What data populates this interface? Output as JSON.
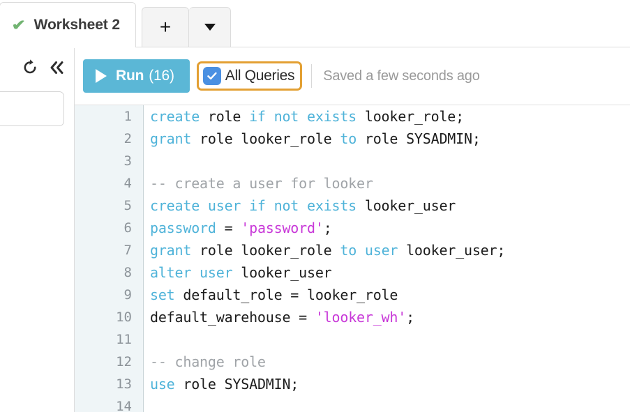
{
  "window": {
    "accent_blue": "#5bb7d6",
    "focus_orange": "#e3a033",
    "checkbox_blue": "#4a90e2",
    "check_green": "#72b472",
    "keyword_color": "#4fb3d9",
    "string_color": "#c838d8",
    "comment_color": "#a0a4a8"
  },
  "tabs": {
    "active": {
      "label": "Worksheet 2",
      "status_icon": "check-icon"
    },
    "new_tab_label": "+",
    "dropdown_label": "▼"
  },
  "left_rail": {
    "refresh_icon": "refresh-icon",
    "collapse_icon": "double-chevron-left-icon"
  },
  "toolbar": {
    "run_label": "Run",
    "run_count": "(16)",
    "play_icon": "play-icon",
    "all_queries_label": "All Queries",
    "all_queries_checked": true,
    "saved_status": "Saved a few seconds ago"
  },
  "editor": {
    "lines": [
      {
        "number": "1",
        "tokens": [
          {
            "t": "create",
            "c": "k"
          },
          {
            "t": " role ",
            "c": ""
          },
          {
            "t": "if not exists",
            "c": "k"
          },
          {
            "t": " looker_role;",
            "c": ""
          }
        ]
      },
      {
        "number": "2",
        "tokens": [
          {
            "t": "grant",
            "c": "k"
          },
          {
            "t": " role looker_role ",
            "c": ""
          },
          {
            "t": "to",
            "c": "k"
          },
          {
            "t": " role SYSADMIN;",
            "c": ""
          }
        ]
      },
      {
        "number": "3",
        "tokens": []
      },
      {
        "number": "4",
        "tokens": [
          {
            "t": "-- create a user for looker",
            "c": "c"
          }
        ]
      },
      {
        "number": "5",
        "tokens": [
          {
            "t": "create user if not exists",
            "c": "k"
          },
          {
            "t": " looker_user",
            "c": ""
          }
        ]
      },
      {
        "number": "6",
        "tokens": [
          {
            "t": "password",
            "c": "k"
          },
          {
            "t": " = ",
            "c": ""
          },
          {
            "t": "'password'",
            "c": "s"
          },
          {
            "t": ";",
            "c": ""
          }
        ]
      },
      {
        "number": "7",
        "tokens": [
          {
            "t": "grant",
            "c": "k"
          },
          {
            "t": " role looker_role ",
            "c": ""
          },
          {
            "t": "to user",
            "c": "k"
          },
          {
            "t": " looker_user;",
            "c": ""
          }
        ]
      },
      {
        "number": "8",
        "tokens": [
          {
            "t": "alter user",
            "c": "k"
          },
          {
            "t": " looker_user",
            "c": ""
          }
        ]
      },
      {
        "number": "9",
        "tokens": [
          {
            "t": "set",
            "c": "k"
          },
          {
            "t": " default_role = looker_role",
            "c": ""
          }
        ]
      },
      {
        "number": "10",
        "tokens": [
          {
            "t": "default_warehouse = ",
            "c": ""
          },
          {
            "t": "'looker_wh'",
            "c": "s"
          },
          {
            "t": ";",
            "c": ""
          }
        ]
      },
      {
        "number": "11",
        "tokens": []
      },
      {
        "number": "12",
        "tokens": [
          {
            "t": "-- change role",
            "c": "c"
          }
        ]
      },
      {
        "number": "13",
        "tokens": [
          {
            "t": "use",
            "c": "k"
          },
          {
            "t": " role SYSADMIN;",
            "c": ""
          }
        ]
      },
      {
        "number": "14",
        "tokens": []
      }
    ]
  }
}
